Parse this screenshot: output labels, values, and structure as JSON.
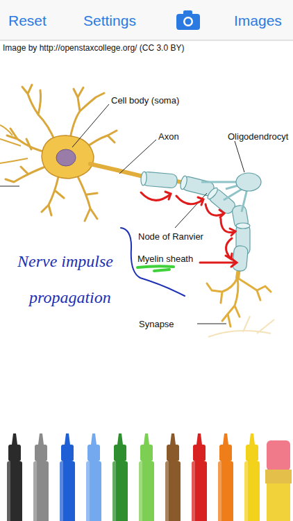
{
  "diagram": {
    "labels": [
      "Reset",
      "Settings",
      "Images",
      "Image by http://openstaxcollege.org/ (CC 3.0 BY)",
      "Cell body (soma)",
      "Axon",
      "Oligodendrocyt",
      "Node of Ranvier",
      "Myelin sheath",
      "Synapse",
      "Nerve impulse propagation"
    ]
  }
}
